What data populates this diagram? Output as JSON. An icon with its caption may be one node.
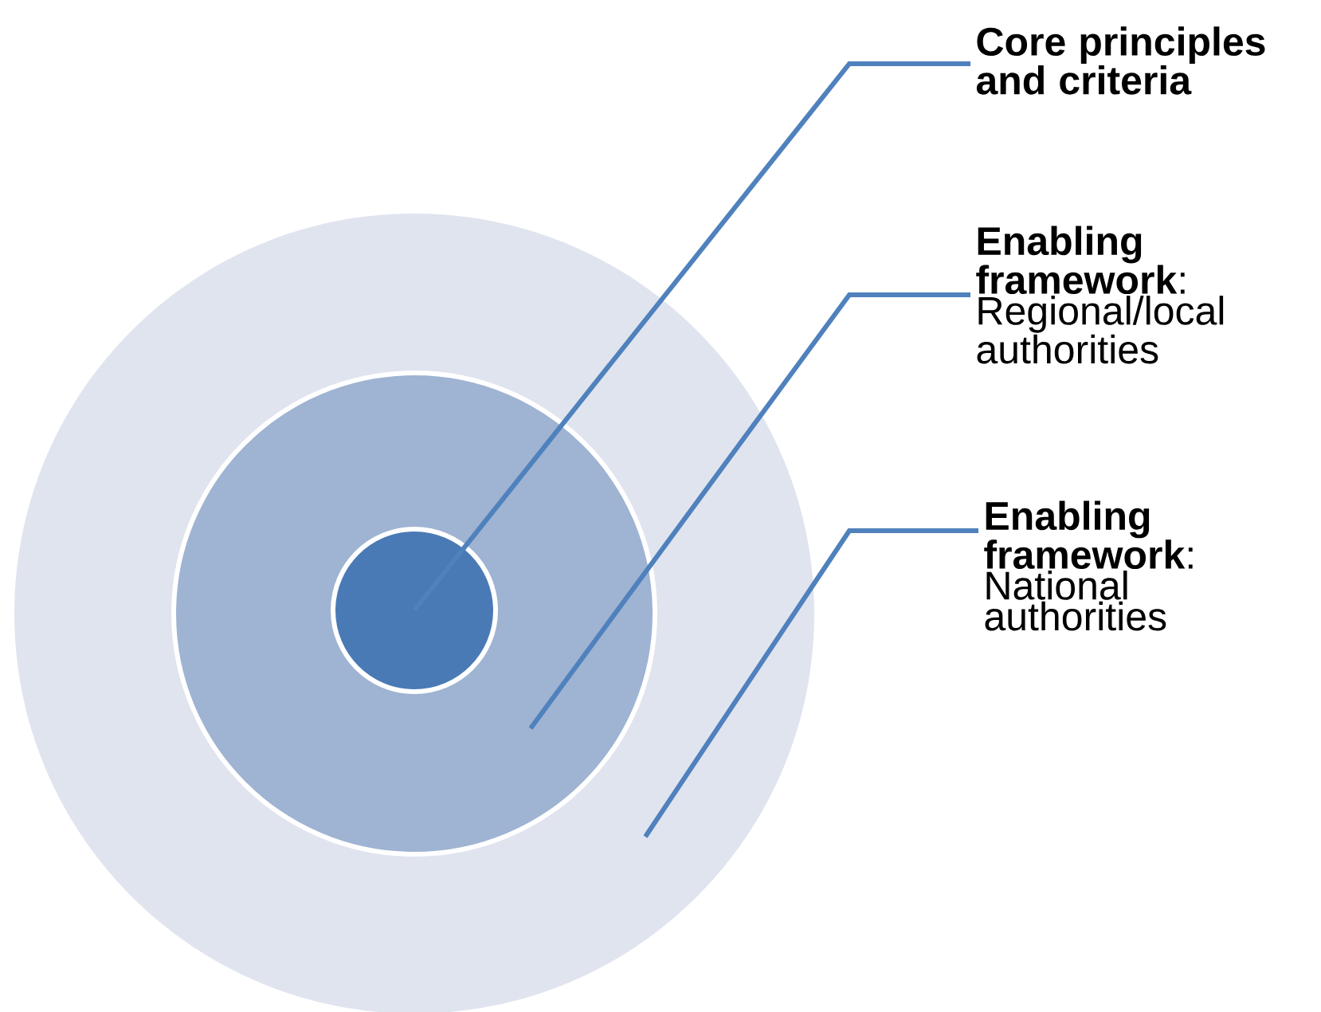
{
  "diagram": {
    "nodes": [
      {
        "text": [],
        "shape": "circle"
      },
      {
        "text": [],
        "shape": "circle",
        "in": 0
      },
      {
        "text": [],
        "shape": "circle",
        "in": 1
      },
      {
        "text": [
          "Core principles and criteria"
        ]
      },
      {
        "text": [
          "**Enabling framework**: Regional/local authorities"
        ]
      },
      {
        "text": [
          "**Enabling framework**: National authorities"
        ]
      }
    ],
    "edges": [
      {
        "from": 3,
        "to": 2,
        "arrow": "none"
      },
      {
        "from": 4,
        "to": 1,
        "arrow": "none"
      },
      {
        "from": 5,
        "to": 0,
        "arrow": "none"
      }
    ]
  }
}
